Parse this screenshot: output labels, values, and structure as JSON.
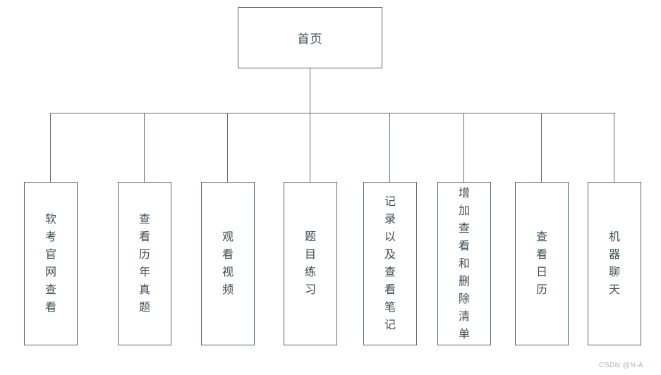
{
  "diagram": {
    "root": {
      "label": "首页"
    },
    "children": [
      {
        "label": "软考官网查看"
      },
      {
        "label": "查看历年真题"
      },
      {
        "label": "观看视频"
      },
      {
        "label": "题目练习"
      },
      {
        "label": "记录以及查看笔记"
      },
      {
        "label": "增加查看和删除清单"
      },
      {
        "label": "查看日历"
      },
      {
        "label": "机器聊天"
      }
    ]
  },
  "watermark": {
    "text": "CSDN @N-A"
  },
  "colors": {
    "background": "#ffffff",
    "box_border": "#56656f",
    "text": "#3d4d57",
    "connector": "#606f78",
    "watermark": "#a9b8bf"
  }
}
